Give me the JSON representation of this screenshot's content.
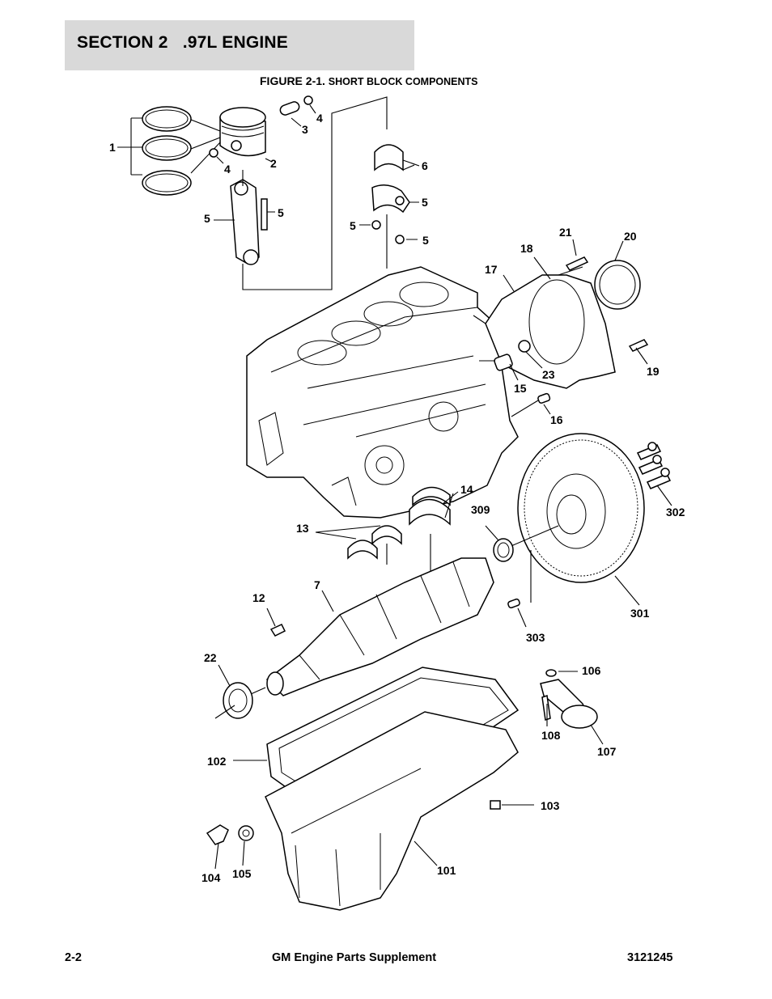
{
  "header": {
    "section_label": "SECTION 2",
    "section_name": ".97L ENGINE"
  },
  "figure": {
    "number": "FIGURE 2-1.",
    "title": "SHORT BLOCK COMPONENTS"
  },
  "callouts": {
    "c1": "1",
    "c2": "2",
    "c3": "3",
    "c4a": "4",
    "c4b": "4",
    "c5a": "5",
    "c5b": "5",
    "c5c": "5",
    "c5d": "5",
    "c5e": "5",
    "c6": "6",
    "c7": "7",
    "c12": "12",
    "c13": "13",
    "c14": "14",
    "c15": "15",
    "c16": "16",
    "c17": "17",
    "c18": "18",
    "c19": "19",
    "c20": "20",
    "c21": "21",
    "c22": "22",
    "c23": "23",
    "c101": "101",
    "c102": "102",
    "c103": "103",
    "c104": "104",
    "c105": "105",
    "c106": "106",
    "c107": "107",
    "c108": "108",
    "c301": "301",
    "c302": "302",
    "c303": "303",
    "c309": "309"
  },
  "footer": {
    "page": "2-2",
    "doc_title": "GM Engine Parts Supplement",
    "doc_number": "3121245"
  }
}
